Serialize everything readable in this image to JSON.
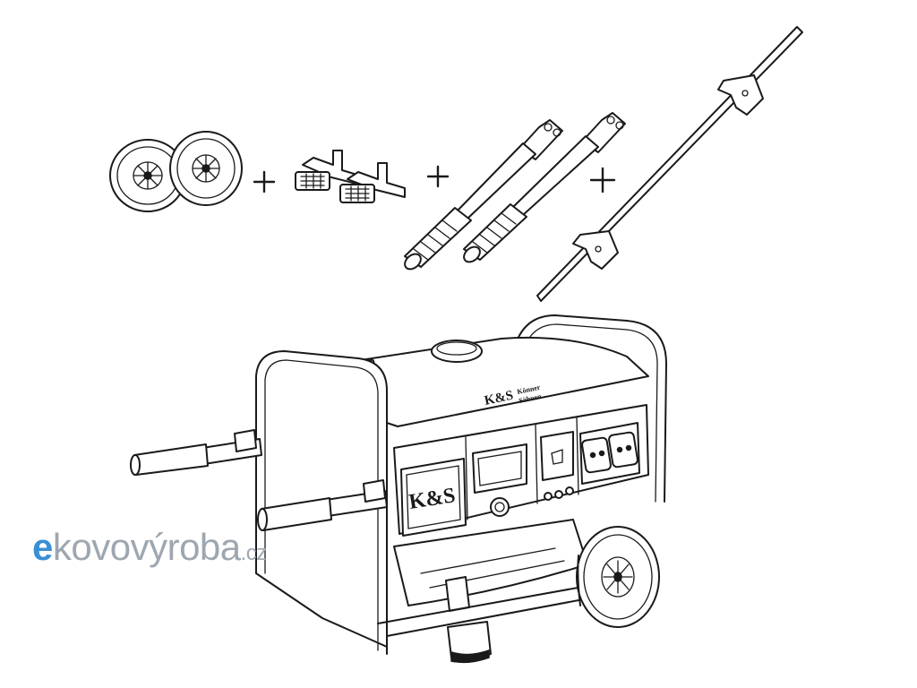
{
  "watermark": {
    "prefix": "e",
    "main": "kovovýroba",
    "tld": ".cz",
    "prefix_color": "#3a8fd6",
    "main_color": "#9ea7b0"
  },
  "illustration": {
    "accessory_separators": [
      "+",
      "+",
      "+"
    ],
    "panel_logo": "K&S",
    "top_logo": "K&S",
    "top_brand_line1": "Könner",
    "top_brand_line2": "Söhnen"
  }
}
